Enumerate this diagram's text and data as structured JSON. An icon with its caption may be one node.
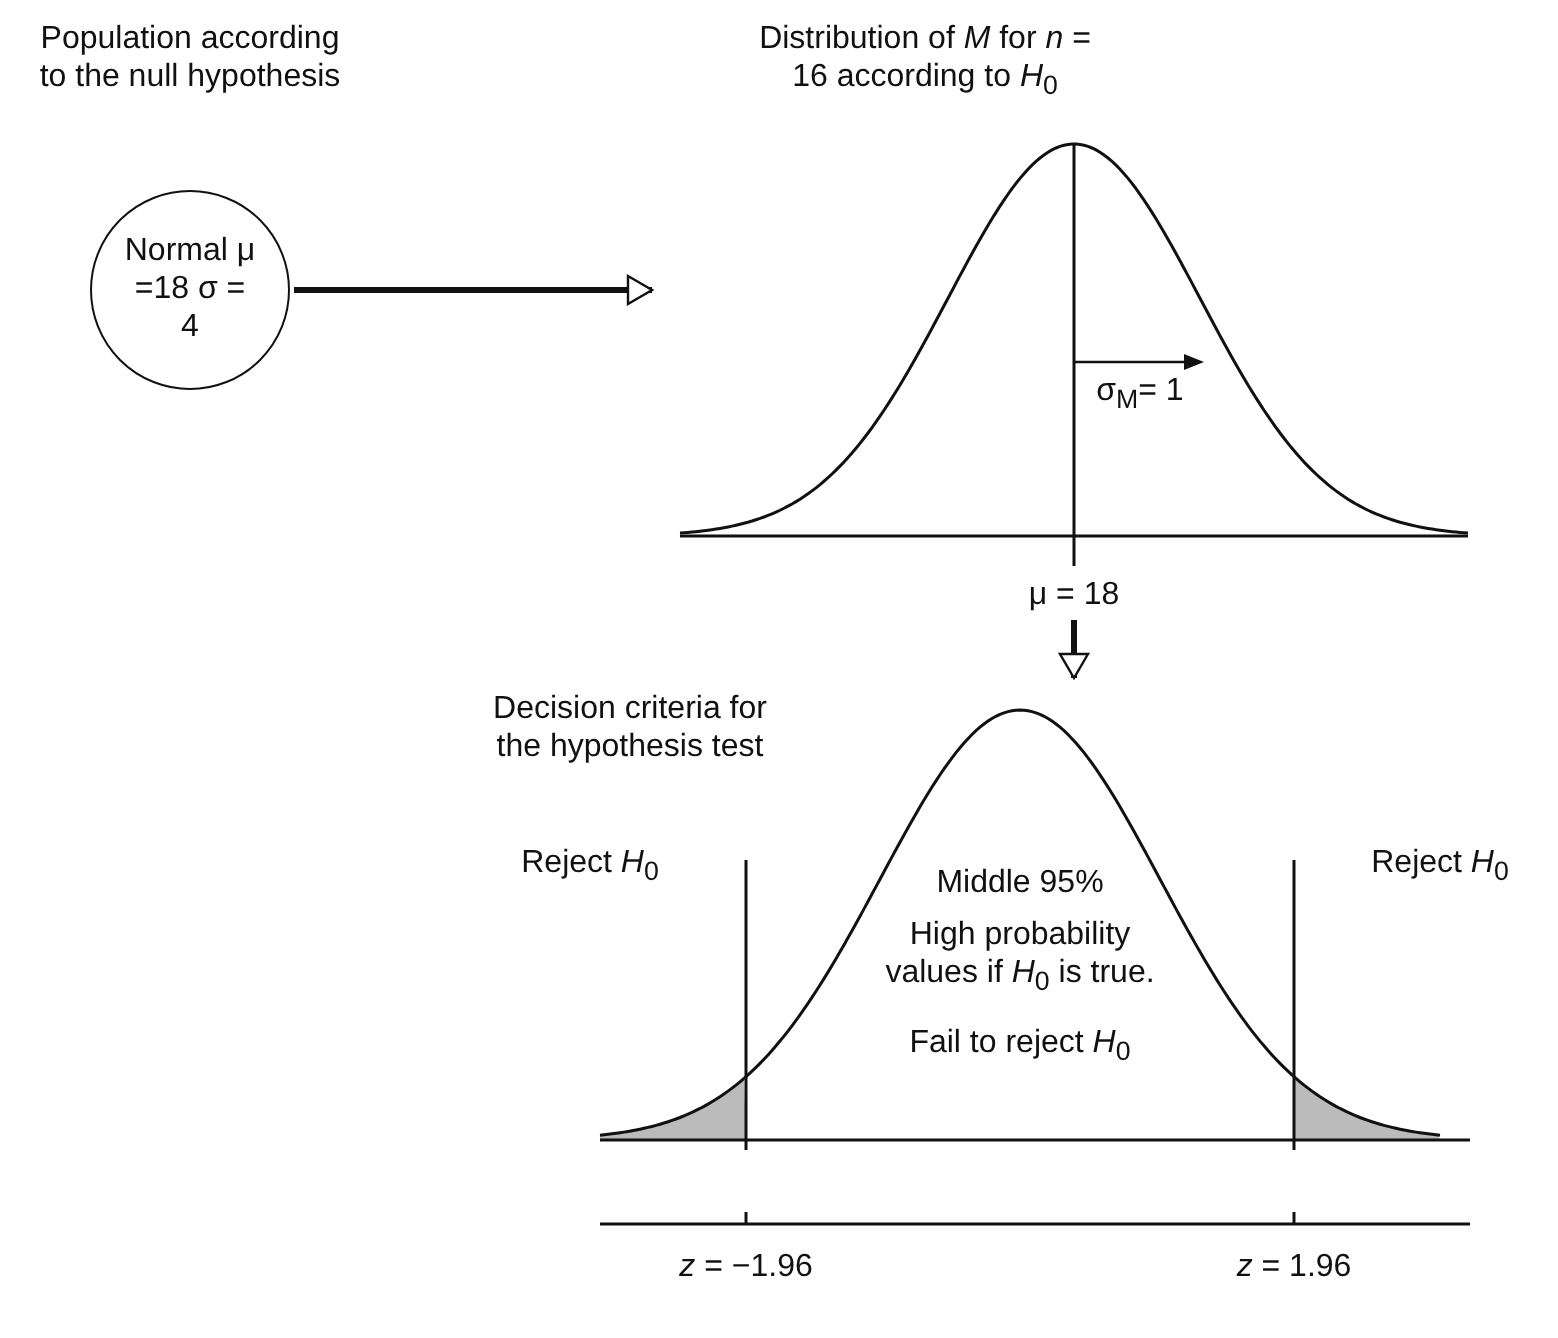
{
  "diagram": {
    "nodes": [
      {
        "text": [
          "Population according to the null hypothesis",
          "Normal μ =18 σ = 4"
        ]
      },
      {
        "text": [
          "Distribution of *M* for *n* = 16 according to *H*$_{0}$"
        ]
      },
      {
        "text": [
          "Decision criteria for the hypothesis test"
        ]
      }
    ],
    "edges": [
      {
        "from": 0,
        "to": 1,
        "arrow": "to"
      },
      {
        "from": 1,
        "to": 2,
        "arrow": "to"
      }
    ],
    "labels": [
      "σ$_{M}$= 1",
      "μ = 18",
      "Reject *H*$_{0}$",
      "Middle 95%",
      "High probability values if *H*$_{0}$ is true.",
      "Reject *H*$_{0}$",
      "Fail to reject *H*$_{0}$",
      "*z* = −1.96",
      "*z* = 1.96"
    ]
  }
}
